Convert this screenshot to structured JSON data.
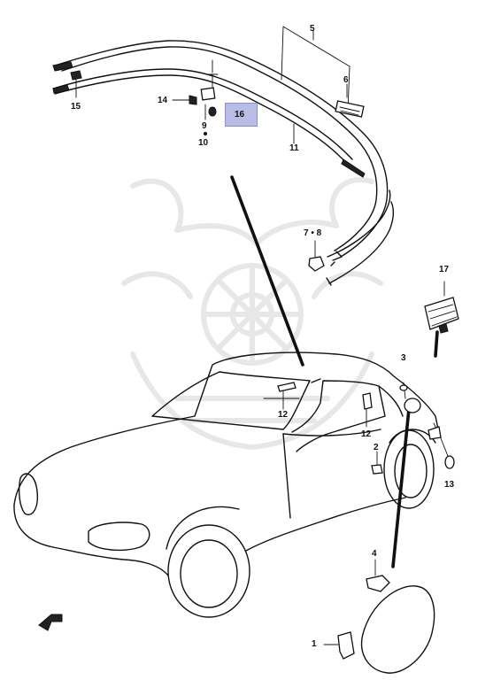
{
  "callouts": [
    {
      "id": "1",
      "label": "1"
    },
    {
      "id": "2",
      "label": "2"
    },
    {
      "id": "3",
      "label": "3"
    },
    {
      "id": "4",
      "label": "4"
    },
    {
      "id": "5",
      "label": "5"
    },
    {
      "id": "6",
      "label": "6"
    },
    {
      "id": "7-8",
      "label": "7 • 8"
    },
    {
      "id": "9",
      "label": "9"
    },
    {
      "id": "10",
      "label": "10"
    },
    {
      "id": "11",
      "label": "11"
    },
    {
      "id": "12a",
      "label": "12"
    },
    {
      "id": "12b",
      "label": "12"
    },
    {
      "id": "13",
      "label": "13"
    },
    {
      "id": "14",
      "label": "14"
    },
    {
      "id": "15",
      "label": "15"
    },
    {
      "id": "16",
      "label": "16",
      "highlighted": true
    },
    {
      "id": "17",
      "label": "17"
    }
  ],
  "highlight_color": "#b9bde6",
  "icons": [
    "front-direction-arrow-icon",
    "watermark-emblem-icon"
  ]
}
